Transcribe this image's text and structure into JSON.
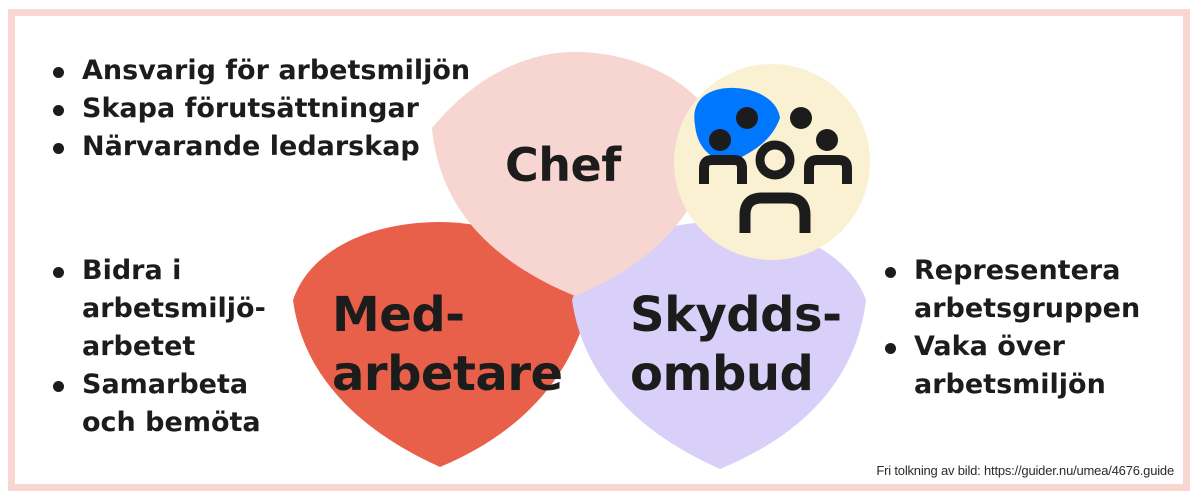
{
  "colors": {
    "frame_border": "#f8d7d1",
    "background": "#ffffff",
    "chef_shape": "#f7d6d1",
    "medarbetare_shape": "#e8604a",
    "skyddsombud_shape": "#d8d0f8",
    "icon_circle": "#faf0d2",
    "icon_blob": "#0077ff",
    "text": "#1c1c1c"
  },
  "chef": {
    "label": "Chef",
    "responsibilities": [
      [
        "Ansvarig för arbetsmiljön"
      ],
      [
        "Skapa förutsättningar"
      ],
      [
        "Närvarande ledarskap"
      ]
    ]
  },
  "medarbetare": {
    "label_line1": "Med-",
    "label_line2": "arbetare",
    "responsibilities": [
      [
        "Bidra i",
        "arbetsmiljö-",
        "arbetet"
      ],
      [
        "Samarbeta",
        "och bemöta"
      ]
    ]
  },
  "skyddsombud": {
    "label_line1": "Skydds-",
    "label_line2": "ombud",
    "responsibilities": [
      [
        "Representera",
        "arbetsgruppen"
      ],
      [
        "Vaka över",
        "arbetsmiljön"
      ]
    ]
  },
  "icon": {
    "name": "group-of-people-icon"
  },
  "credit": "Fri tolkning av bild: https://guider.nu/umea/4676.guide"
}
